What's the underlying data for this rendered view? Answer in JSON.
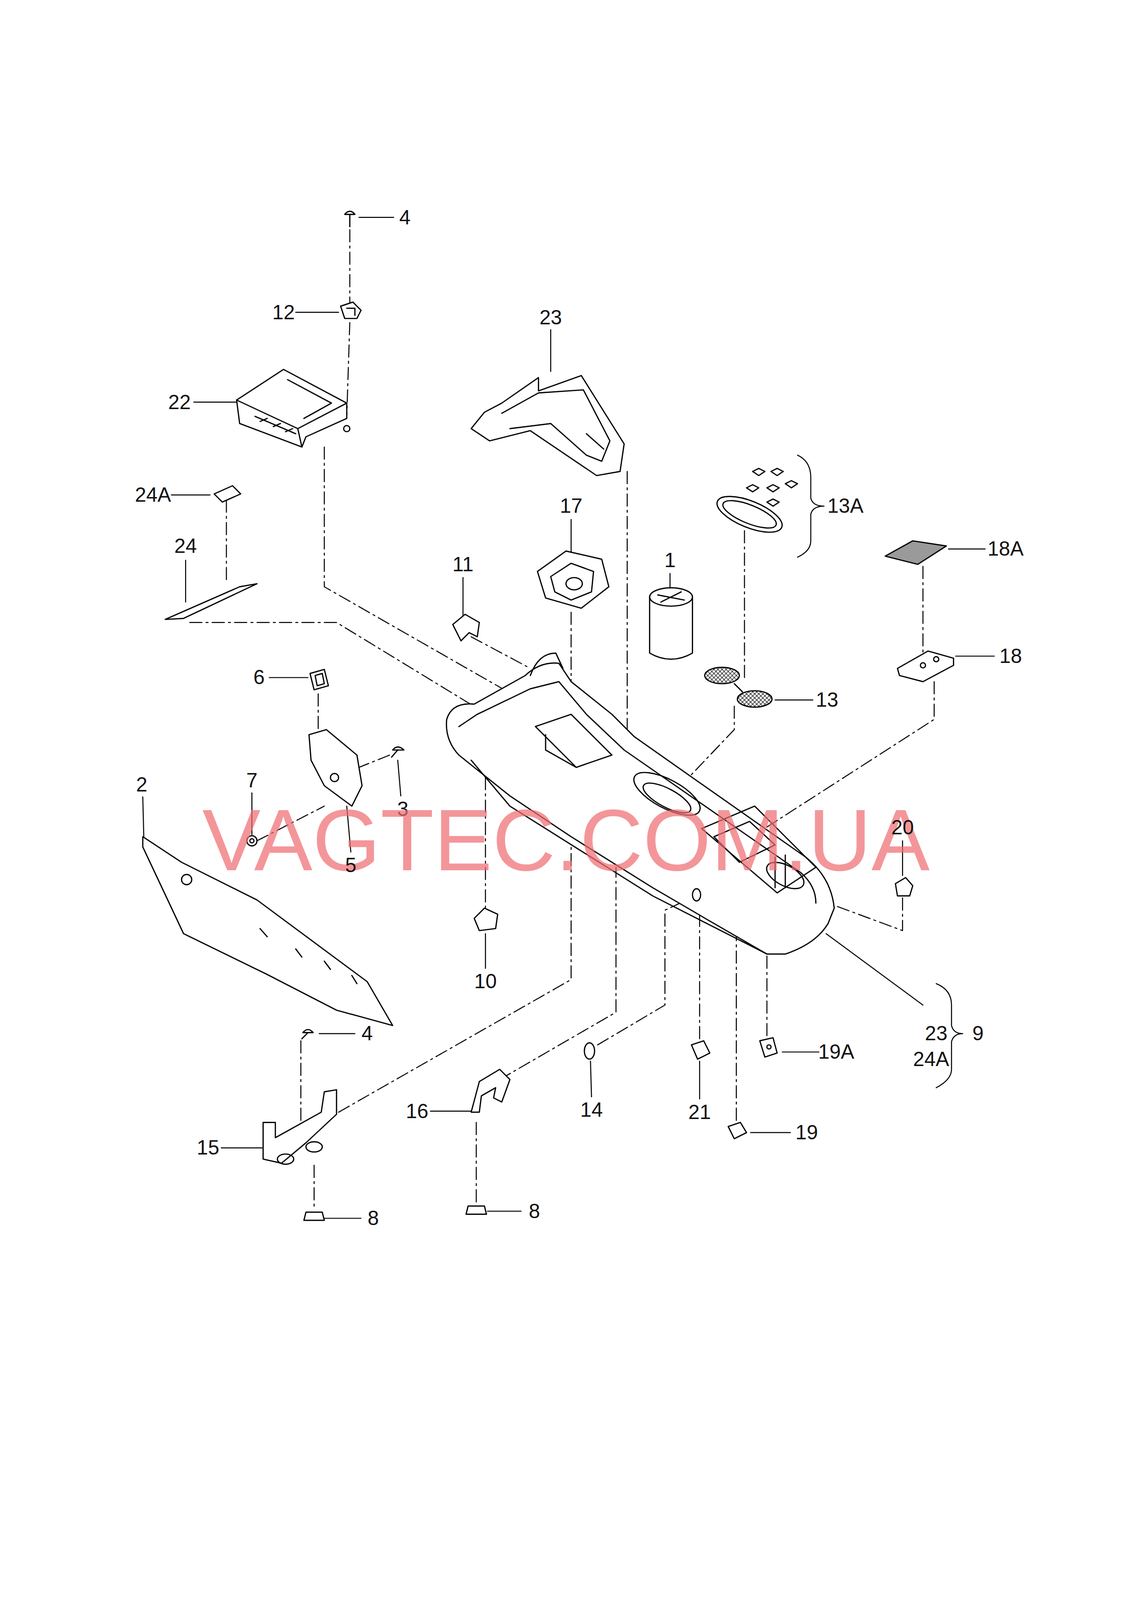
{
  "diagram": {
    "labels": [
      "4",
      "12",
      "23",
      "22",
      "24A",
      "13A",
      "17",
      "18A",
      "24",
      "1",
      "11",
      "18",
      "6",
      "13",
      "7",
      "2",
      "3",
      "VAGTEC.COM.UA",
      "20",
      "5",
      "10",
      "4",
      "23",
      "9",
      "19A",
      "24A",
      "14",
      "16",
      "21",
      "19",
      "15",
      "8",
      "8"
    ]
  }
}
